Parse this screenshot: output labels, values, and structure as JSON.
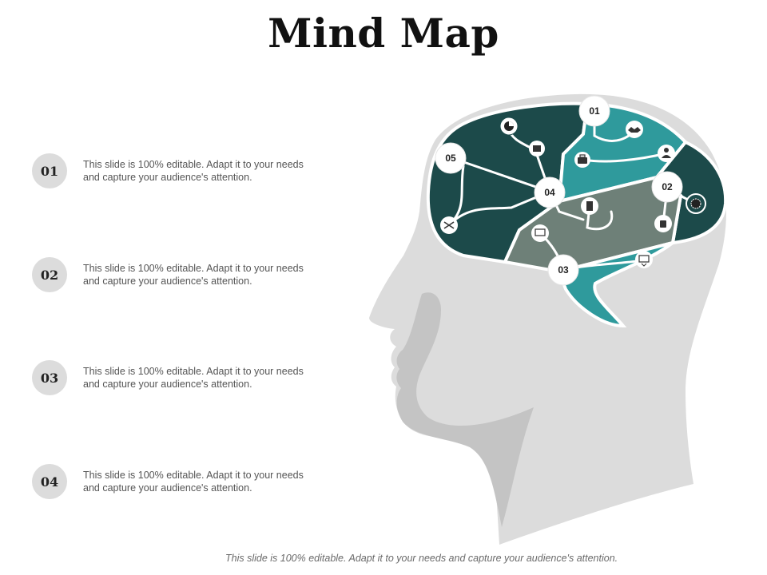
{
  "title": "Mind Map",
  "items": [
    {
      "number": "01",
      "text": "This slide is 100% editable. Adapt it to your needs and capture your audience's attention."
    },
    {
      "number": "02",
      "text": "This slide is 100% editable. Adapt it to your needs and capture your audience's attention."
    },
    {
      "number": "03",
      "text": "This slide is 100% editable. Adapt it to your needs and capture your audience's attention."
    },
    {
      "number": "04",
      "text": "This slide is 100% editable. Adapt it to your needs and capture your audience's attention."
    }
  ],
  "nodes": [
    "01",
    "02",
    "03",
    "04",
    "05"
  ],
  "icons": [
    "pie-chart-icon",
    "document-icon",
    "briefcase-icon",
    "handshake-icon",
    "person-icon",
    "gear-icon",
    "book-icon",
    "hand-icon",
    "monitor-icon",
    "presentation-icon",
    "shuffle-icon"
  ],
  "colors": {
    "dark_teal": "#1c4a4a",
    "teal": "#2f9a9c",
    "slate": "#6e8078",
    "head": "#dcdcdc",
    "face_shadow": "#c4c4c4"
  },
  "footer": "This slide is 100% editable. Adapt it to your needs and capture your audience's attention."
}
